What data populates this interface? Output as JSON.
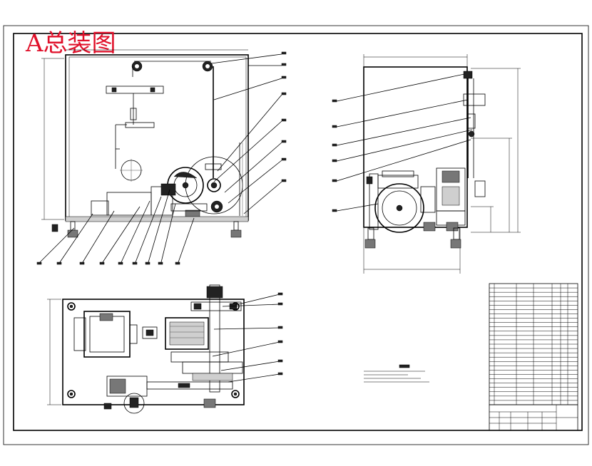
{
  "drawing": {
    "title": "A总装图"
  },
  "views": {
    "front": "front-view",
    "side": "side-view",
    "top": "top-view"
  },
  "colors": {
    "title_red": "#e0102a",
    "ink": "#000000",
    "paper": "#ffffff"
  }
}
